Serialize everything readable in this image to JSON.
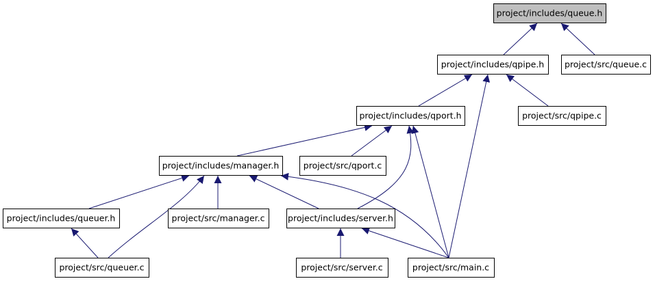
{
  "diagram": {
    "colors": {
      "edge": "#191970",
      "node_border": "#000000",
      "node_fill": "#ffffff",
      "focus_fill": "#bfbfbf",
      "text": "#000000"
    },
    "nodes": [
      {
        "id": "queue_h",
        "label": "project/includes/queue.h",
        "focus": true
      },
      {
        "id": "qpipe_h",
        "label": "project/includes/qpipe.h"
      },
      {
        "id": "queue_c",
        "label": "project/src/queue.c"
      },
      {
        "id": "qport_h",
        "label": "project/includes/qport.h"
      },
      {
        "id": "qpipe_c",
        "label": "project/src/qpipe.c"
      },
      {
        "id": "manager_h",
        "label": "project/includes/manager.h"
      },
      {
        "id": "qport_c",
        "label": "project/src/qport.c"
      },
      {
        "id": "queuer_h",
        "label": "project/includes/queuer.h"
      },
      {
        "id": "manager_c",
        "label": "project/src/manager.c"
      },
      {
        "id": "server_h",
        "label": "project/includes/server.h"
      },
      {
        "id": "queuer_c",
        "label": "project/src/queuer.c"
      },
      {
        "id": "server_c",
        "label": "project/src/server.c"
      },
      {
        "id": "main_c",
        "label": "project/src/main.c"
      }
    ],
    "edges": [
      {
        "from": "qpipe_h",
        "to": "queue_h"
      },
      {
        "from": "queue_c",
        "to": "queue_h"
      },
      {
        "from": "qport_h",
        "to": "qpipe_h"
      },
      {
        "from": "qpipe_c",
        "to": "qpipe_h"
      },
      {
        "from": "main_c",
        "to": "qpipe_h"
      },
      {
        "from": "manager_h",
        "to": "qport_h"
      },
      {
        "from": "qport_c",
        "to": "qport_h"
      },
      {
        "from": "server_h",
        "to": "qport_h"
      },
      {
        "from": "main_c",
        "to": "qport_h"
      },
      {
        "from": "queuer_h",
        "to": "manager_h"
      },
      {
        "from": "queuer_c",
        "to": "manager_h"
      },
      {
        "from": "manager_c",
        "to": "manager_h"
      },
      {
        "from": "server_h",
        "to": "manager_h"
      },
      {
        "from": "main_c",
        "to": "manager_h"
      },
      {
        "from": "queuer_c",
        "to": "queuer_h"
      },
      {
        "from": "server_c",
        "to": "server_h"
      },
      {
        "from": "main_c",
        "to": "server_h"
      }
    ]
  }
}
